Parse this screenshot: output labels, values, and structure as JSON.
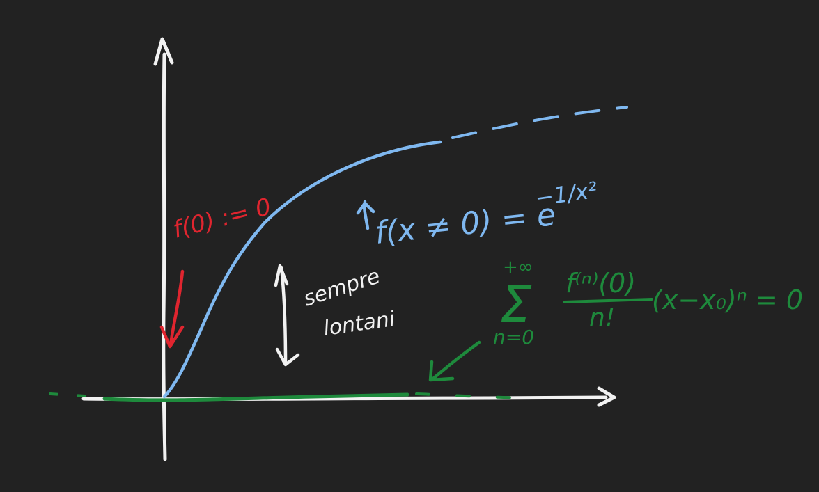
{
  "colors": {
    "background": "#222222",
    "axes": "#f2f2f2",
    "curve": "#7fb8f0",
    "red_note": "#e0252f",
    "green_series": "#1e8a3c",
    "white_note": "#f2f2f2"
  },
  "labels": {
    "f_at_zero": "f(0) := 0",
    "f_definition": "f(x ≠ 0) = e",
    "f_exponent": "−1/x²",
    "arrow_note_line1": "sempre",
    "arrow_note_line2": "lontani",
    "series_upper": "+∞",
    "series_sigma": "Σ",
    "series_lower": "n=0",
    "series_numerator": "f⁽ⁿ⁾(0)",
    "series_denominator": "n!",
    "series_rest": "(x−x₀)ⁿ = 0"
  },
  "icons": {
    "y_axis_arrow": "arrowhead-up-icon",
    "x_axis_arrow": "arrowhead-right-icon",
    "double_arrow": "double-arrow-icon",
    "red_arrow": "arrow-down-icon",
    "green_arrow": "arrow-down-left-icon"
  }
}
